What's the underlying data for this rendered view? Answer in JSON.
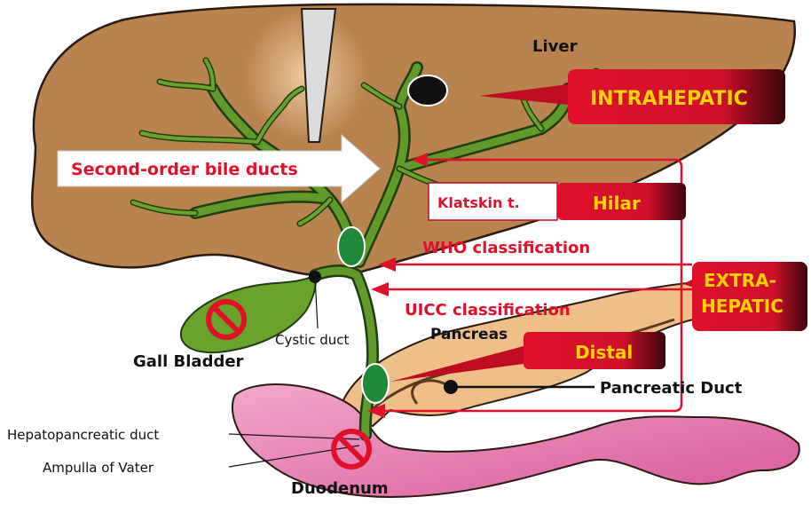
{
  "colors": {
    "liver": "#b8834f",
    "liver_outline": "#2a1a10",
    "duct_green": "#5f9a2a",
    "duct_outline": "#1f3d10",
    "gallbladder": "#6aa32c",
    "pancreas": "#efbf8a",
    "duodenum": "#e27ab0",
    "accent_red": "#e0102a",
    "label_yellow": "#ffd200",
    "tumor_green": "#1f8a3a"
  },
  "labels": {
    "liver": "Liver",
    "second_order": "Second-order bile ducts",
    "klatskin": "Klatskin t.",
    "who": "WHO classification",
    "uicc": "UICC classification",
    "gall_bladder": "Gall Bladder",
    "cystic_duct": "Cystic duct",
    "pancreas": "Pancreas",
    "pancreatic_duct": "Pancreatic Duct",
    "hepatopancreatic_duct": "Hepatopancreatic duct",
    "ampulla": "Ampulla of Vater",
    "duodenum": "Duodenum"
  },
  "categories": {
    "intrahepatic": "INTRAHEPATIC",
    "hilar": "Hilar",
    "extrahepatic_line1": "EXTRA-",
    "extrahepatic_line2": "HEPATIC",
    "distal": "Distal"
  },
  "icons": [
    "prohibited-sign-icon",
    "prohibited-sign-icon"
  ]
}
